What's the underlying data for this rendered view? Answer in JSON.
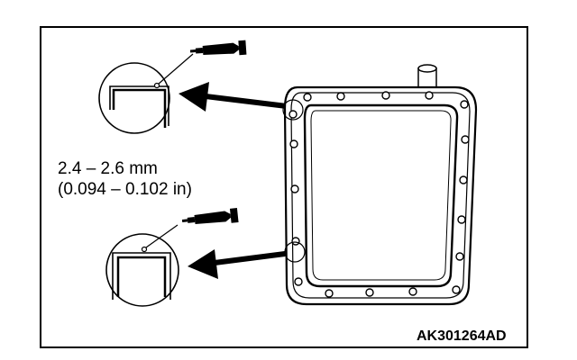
{
  "spec": {
    "metric": "2.4 – 2.6 mm",
    "imperial": "(0.094 – 0.102 in)"
  },
  "figure_code": "AK301264AD",
  "icons": [
    "sealant-tube-icon",
    "arrow-icon",
    "oil-pan-outline"
  ],
  "colors": {
    "line": "#000000",
    "background": "#ffffff"
  }
}
